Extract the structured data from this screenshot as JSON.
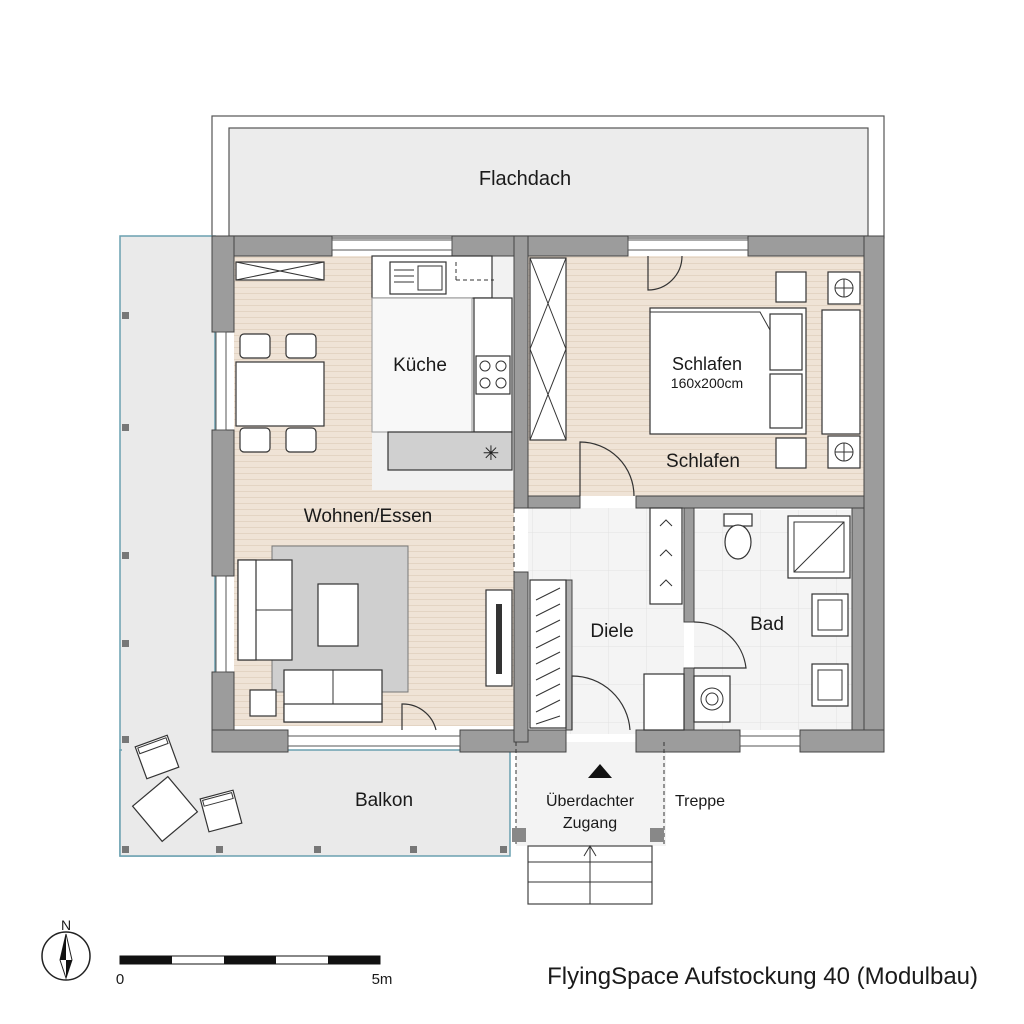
{
  "labels": {
    "flat_roof": "Flachdach",
    "kitchen": "Küche",
    "living_dining": "Wohnen/Essen",
    "bedroom_bed": "Schlafen",
    "bed_size": "160x200cm",
    "bedroom": "Schlafen",
    "bath": "Bad",
    "hall": "Diele",
    "balcony": "Balkon",
    "covered_entry_line1": "Überdachter",
    "covered_entry_line2": "Zugang",
    "stairs": "Treppe"
  },
  "north": "N",
  "scale": {
    "start": "0",
    "end": "5m"
  },
  "title": "FlyingSpace Aufstockung 40 (Modulbau)",
  "colors": {
    "wall": "#9c9c9c",
    "wood_floor": "#efe3d6",
    "tile_floor": "#f2f2f2",
    "balcony_floor": "#ececec",
    "roof": "#ececec",
    "rug": "#cfcfcf",
    "line": "#333333"
  }
}
